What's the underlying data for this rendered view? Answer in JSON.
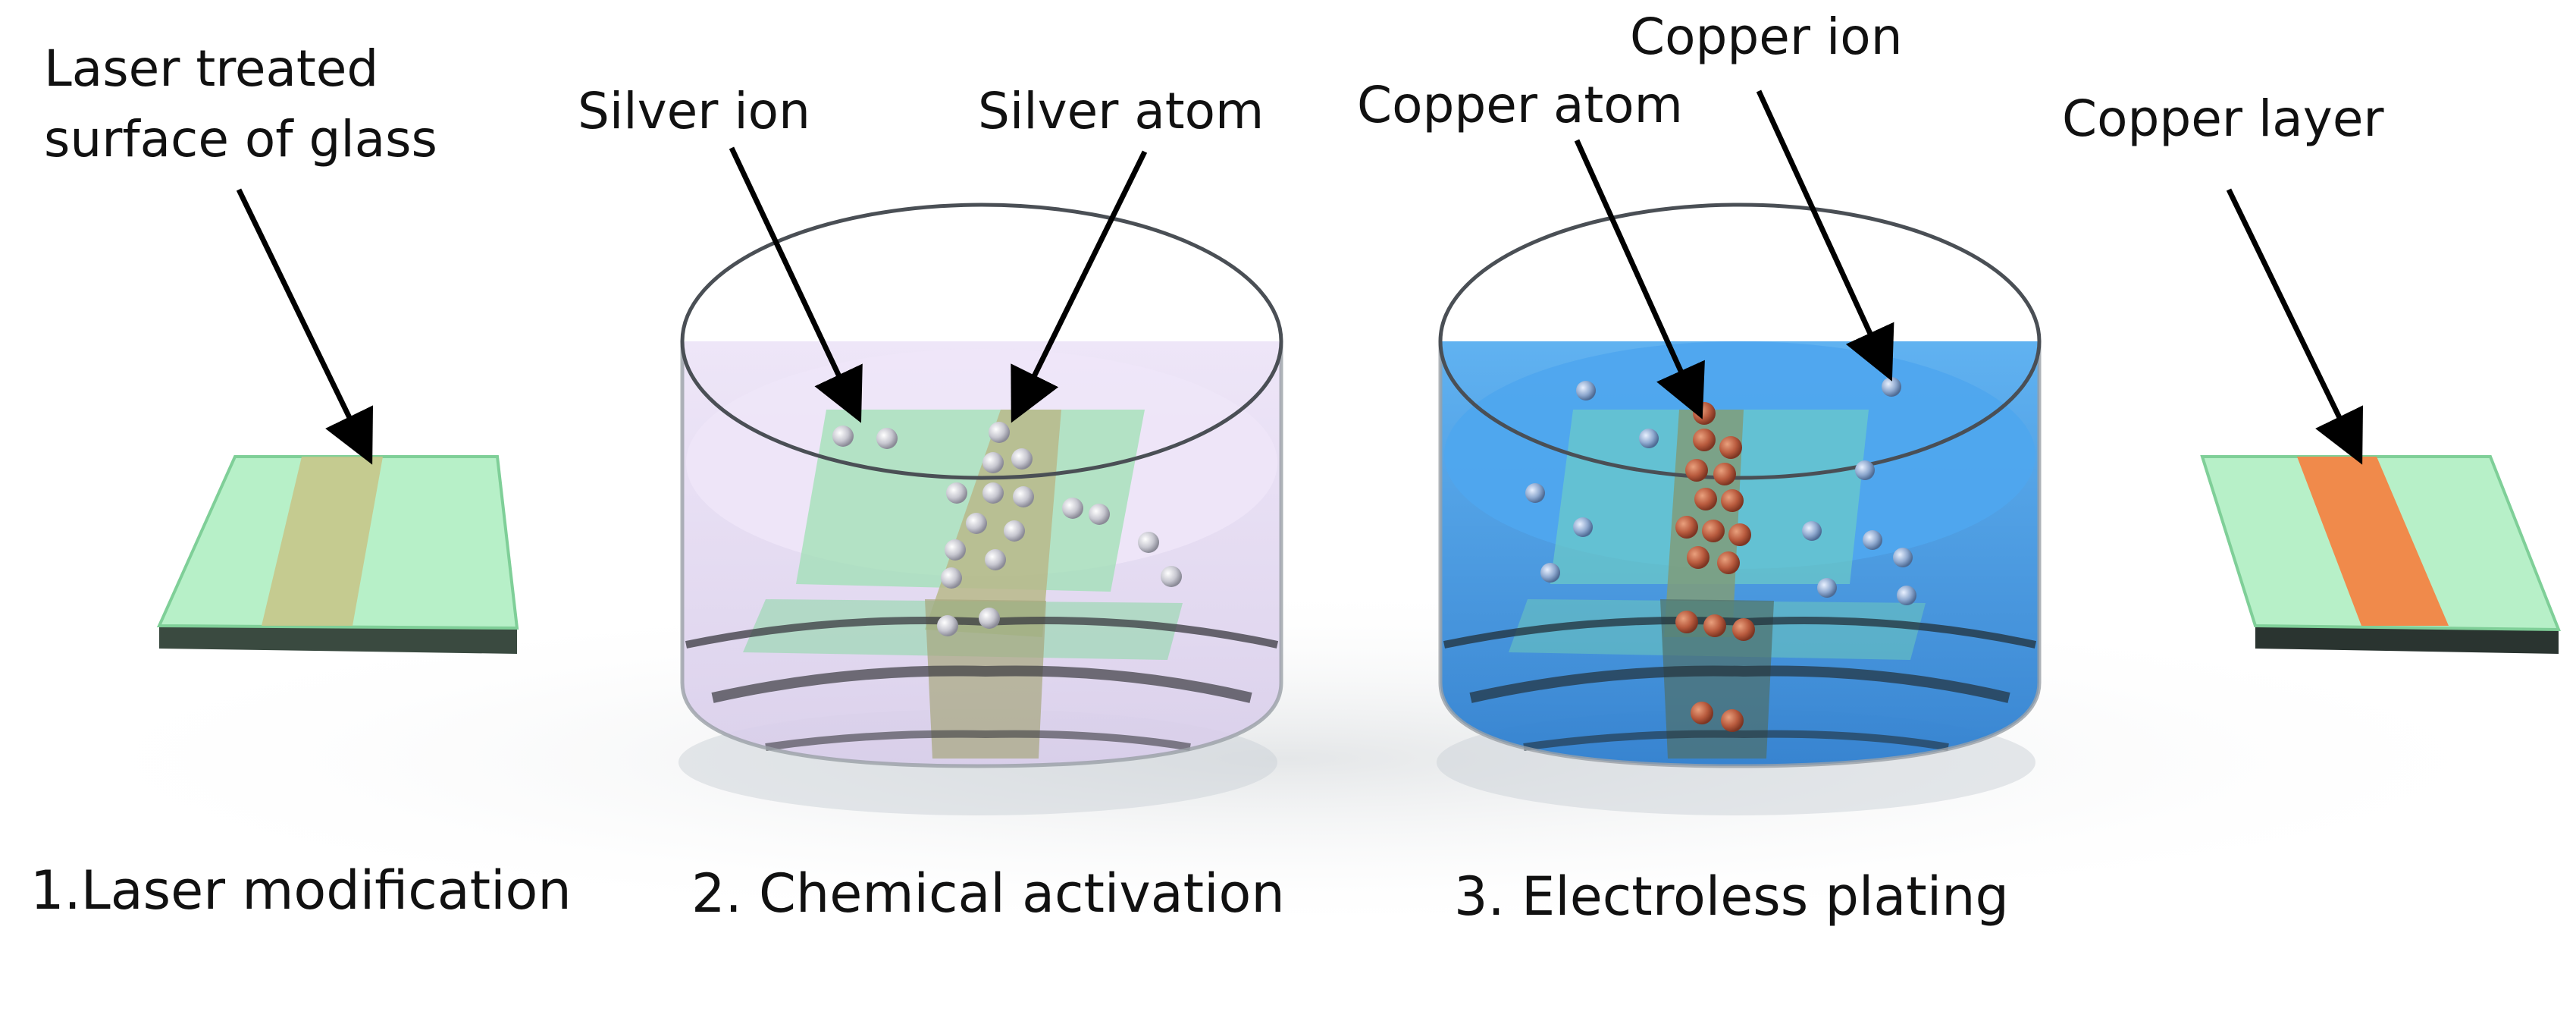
{
  "labels": {
    "laser_treated_line1": "Laser treated",
    "laser_treated_line2": "surface of glass",
    "silver_ion": "Silver ion",
    "silver_atom": "Silver atom",
    "copper_atom": "Copper atom",
    "copper_ion": "Copper ion",
    "copper_layer": "Copper layer"
  },
  "steps": {
    "step1": "1.Laser modification",
    "step2": "2. Chemical activation",
    "step3": "3. Electroless plating"
  },
  "colors": {
    "glass": "#b7f0c8",
    "glass_edge": "#3a4a40",
    "laser_strip": "#b7b77a",
    "copper_strip": "#f08a4b",
    "activation_solution": "#e6dcf5",
    "plating_solution": "#4aa0e6",
    "silver_particle": "#c9c9d2",
    "copper_particle": "#b55a40",
    "arrow": "#000000"
  }
}
